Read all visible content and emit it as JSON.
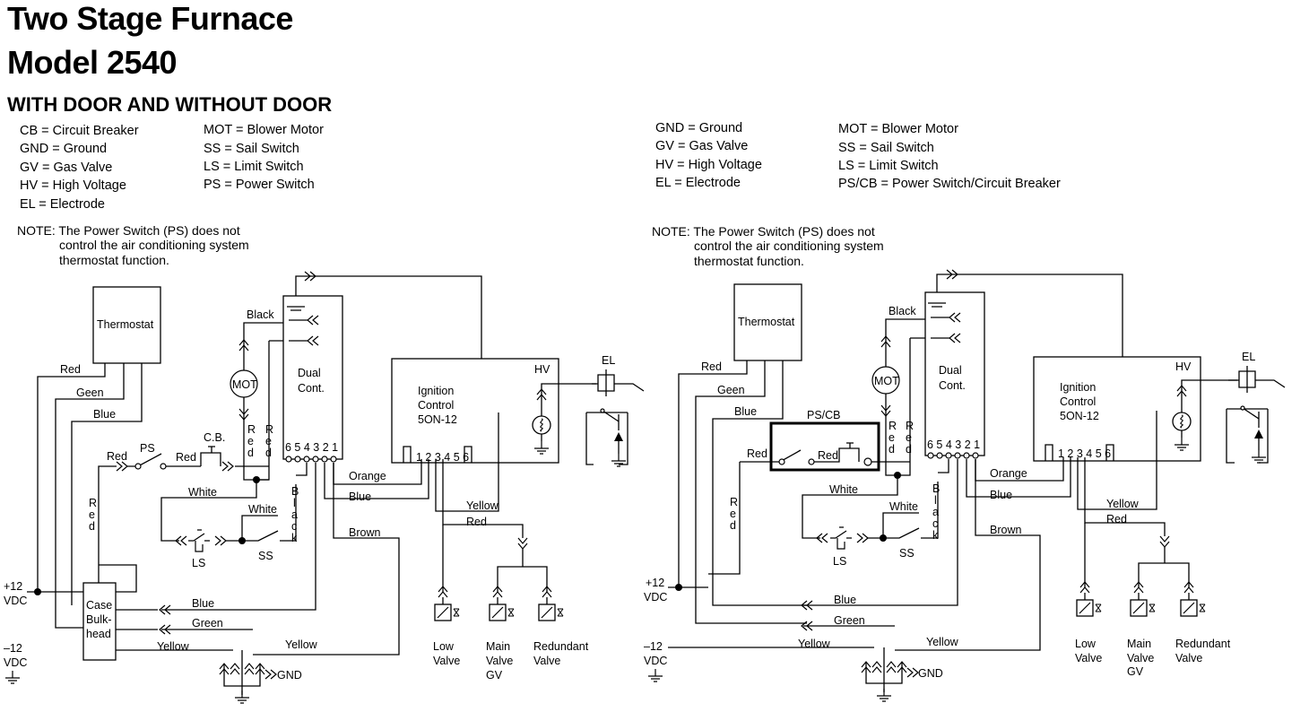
{
  "header": {
    "title_line1": "Two Stage Furnace",
    "title_line2": "Model 2540",
    "subtitle": "WITH DOOR AND WITHOUT DOOR"
  },
  "left_legend": {
    "col1": [
      "CB = Circuit Breaker",
      "GND = Ground",
      "GV = Gas Valve",
      "HV = High Voltage",
      "EL = Electrode"
    ],
    "col2": [
      "MOT = Blower Motor",
      "SS = Sail Switch",
      "LS = Limit Switch",
      "PS = Power Switch"
    ],
    "note_lines": [
      "NOTE: The Power Switch (PS) does not",
      "control the air conditioning system",
      "thermostat function."
    ]
  },
  "right_legend": {
    "col1": [
      "GND = Ground",
      "GV = Gas Valve",
      "HV = High Voltage",
      "EL = Electrode"
    ],
    "col2": [
      "MOT = Blower Motor",
      "SS = Sail Switch",
      "LS = Limit Switch",
      "PS/CB = Power Switch/Circuit Breaker"
    ],
    "note_lines": [
      "NOTE: The Power Switch (PS) does not",
      "control the air conditioning system",
      "thermostat function."
    ]
  },
  "diagram": {
    "thermostat": "Thermostat",
    "mot": "MOT",
    "dual_cont": [
      "Dual",
      "Cont."
    ],
    "ignition": [
      "Ignition",
      "Control",
      "5ON-12"
    ],
    "hv": "HV",
    "el": "EL",
    "dual_pins": "6 5 4 3 2 1",
    "ign_pins": "1 2 3 4 5 6",
    "supply_pos": [
      "+12",
      "VDC"
    ],
    "supply_neg": [
      "–12",
      "VDC"
    ],
    "bulkhead": [
      "Case",
      "Bulk-",
      "head"
    ],
    "gnd": "GND",
    "ls": "LS",
    "ss": "SS",
    "ps": "PS",
    "cb": "C.B.",
    "pscb": "PS/CB",
    "low_valve": [
      "Low",
      "Valve"
    ],
    "main_valve_left": [
      "Main",
      "Valve",
      "GV"
    ],
    "main_valve_right": [
      "Main",
      "Valve",
      "GV"
    ],
    "redundant_valve": [
      "Redundant",
      "Valve"
    ],
    "wires": {
      "red": "Red",
      "geen": "Geen",
      "green": "Green",
      "blue": "Blue",
      "black": "Black",
      "white": "White",
      "orange": "Orange",
      "yellow": "Yellow",
      "brown": "Brown",
      "red_vertical": [
        "R",
        "e",
        "d"
      ],
      "black_vertical": [
        "B",
        "l",
        "a",
        "c",
        "k"
      ]
    }
  }
}
